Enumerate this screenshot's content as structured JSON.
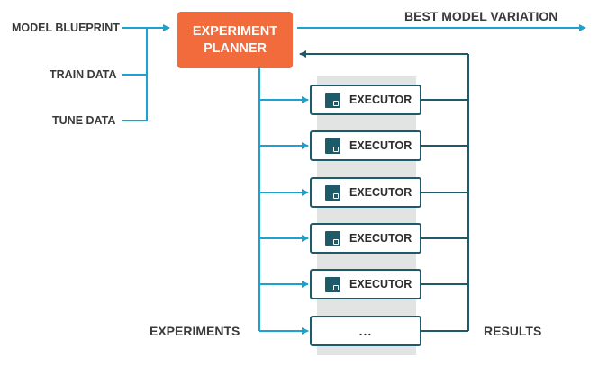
{
  "inputs": {
    "model_blueprint": "MODEL BLUEPRINT",
    "train_data": "TRAIN DATA",
    "tune_data": "TUNE DATA"
  },
  "planner": {
    "line1": "EXPERIMENT",
    "line2": "PLANNER"
  },
  "output_label": "BEST MODEL VARIATION",
  "experiments_label": "EXPERIMENTS",
  "results_label": "RESULTS",
  "executors": [
    {
      "label": "EXECUTOR"
    },
    {
      "label": "EXECUTOR"
    },
    {
      "label": "EXECUTOR"
    },
    {
      "label": "EXECUTOR"
    },
    {
      "label": "EXECUTOR"
    }
  ],
  "overflow_box": "...",
  "colors": {
    "planner": "#f26b3d",
    "input_arrows": "#1aa3cf",
    "result_arrows": "#1d5b6a",
    "executor_border": "#1d5b6a",
    "column_background": "#e2e3e3"
  }
}
